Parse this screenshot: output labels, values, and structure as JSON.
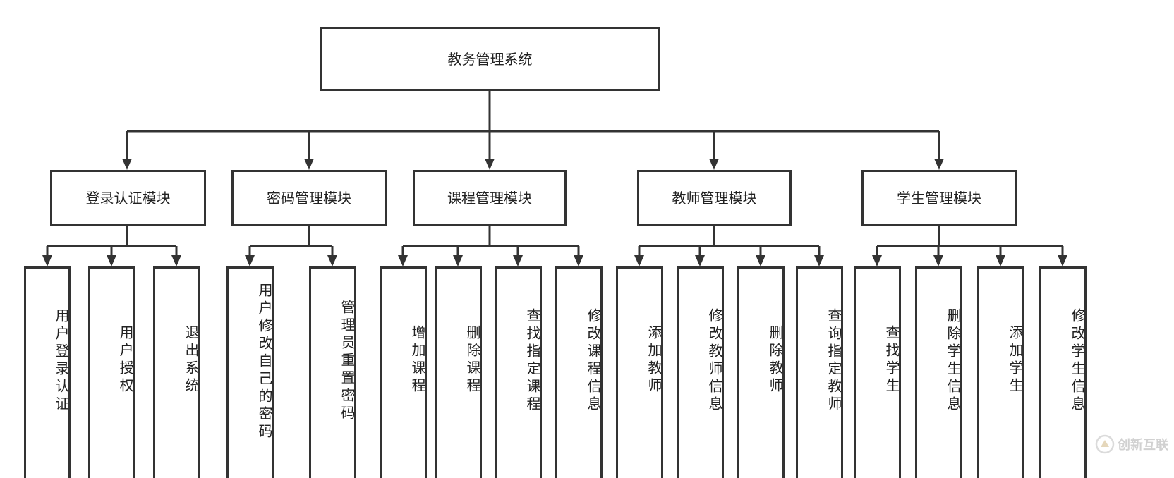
{
  "root": {
    "label": "教务管理系统"
  },
  "modules": [
    {
      "label": "登录认证模块",
      "children": [
        "用户登录认证",
        "用户授权",
        "退出系统"
      ]
    },
    {
      "label": "密码管理模块",
      "children": [
        "用户修改自己的密码",
        "管理员重置密码"
      ]
    },
    {
      "label": "课程管理模块",
      "children": [
        "增加课程",
        "删除课程",
        "查找指定课程",
        "修改课程信息"
      ]
    },
    {
      "label": "教师管理模块",
      "children": [
        "添加教师",
        "修改教师信息",
        "删除教师",
        "查询指定教师"
      ]
    },
    {
      "label": "学生管理模块",
      "children": [
        "查找学生",
        "删除学生信息",
        "添加学生",
        "修改学生信息"
      ]
    }
  ],
  "watermark": {
    "text": "创新互联",
    "icon": "watermark-logo-icon"
  },
  "colors": {
    "line": "#333333",
    "box_fill": "#ffffff",
    "text": "#222222"
  }
}
